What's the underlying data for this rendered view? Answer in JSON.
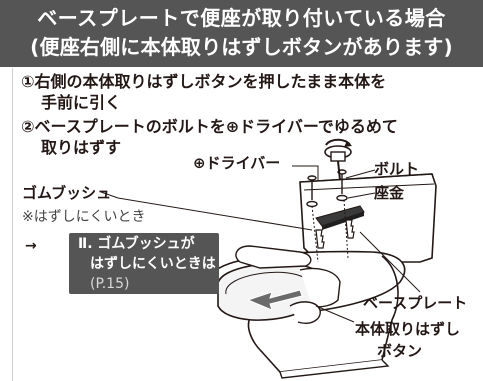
{
  "header": {
    "title_line1": "ベースプレートで便座が取り付いている場合",
    "title_line2": "(便座右側に本体取りはずしボタンがあります)"
  },
  "steps": [
    {
      "line1": "①右側の本体取りはずしボタンを押したまま本体を",
      "line2": "手前に引く"
    },
    {
      "line1": "②ベースプレートのボルトを⊕ドライバーでゆるめて",
      "line2": "取りはずす"
    }
  ],
  "labels": {
    "screwdriver": "⊕ドライバー",
    "bolt": "ボルト",
    "washer": "座金",
    "rubber_bush": "ゴムブッシュ",
    "base_plate": "ベースプレート",
    "release_button_line1": "本体取りはずし",
    "release_button_line2": "ボタン"
  },
  "note": "※はずしにくいとき",
  "reference": {
    "arrow": "→",
    "line1": "Ⅱ. ゴムブッシュが",
    "line2": "はずしにくいときは",
    "page": "(P.15)"
  },
  "colors": {
    "header_bg": "#555555",
    "reference_bg": "#555555",
    "text": "#231815",
    "line": "#231815"
  }
}
